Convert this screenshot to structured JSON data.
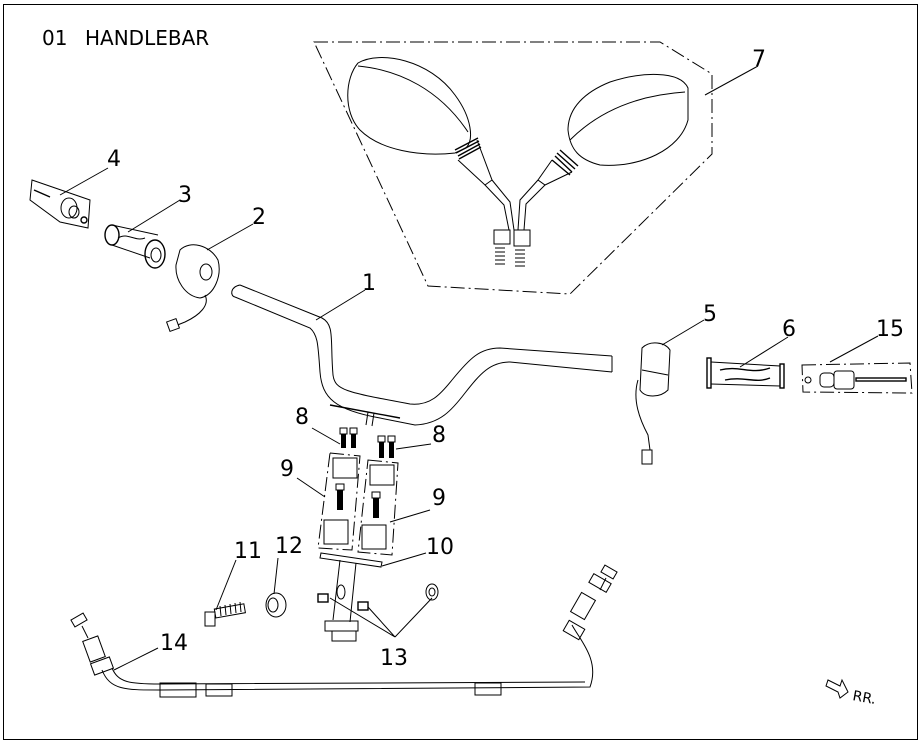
{
  "diagram": {
    "section_number": "01",
    "title": "HANDLEBAR",
    "direction_indicator": "RR.",
    "callouts": [
      {
        "number": "1",
        "part": "handlebar"
      },
      {
        "number": "2",
        "part": "left-switch-housing"
      },
      {
        "number": "3",
        "part": "left-grip"
      },
      {
        "number": "4",
        "part": "left-bar-end-weight"
      },
      {
        "number": "5",
        "part": "right-switch-housing"
      },
      {
        "number": "6",
        "part": "right-throttle-grip"
      },
      {
        "number": "7",
        "part": "mirror-set"
      },
      {
        "number": "8",
        "part": "handlebar-clamp-bolt"
      },
      {
        "number": "8",
        "part": "handlebar-clamp-bolt"
      },
      {
        "number": "9",
        "part": "handlebar-holder-upper"
      },
      {
        "number": "9",
        "part": "handlebar-holder-lower"
      },
      {
        "number": "10",
        "part": "holder-plate"
      },
      {
        "number": "11",
        "part": "flange-bolt"
      },
      {
        "number": "12",
        "part": "bushing"
      },
      {
        "number": "13",
        "part": "nut"
      },
      {
        "number": "14",
        "part": "throttle-cable"
      },
      {
        "number": "15",
        "part": "right-bar-end-weight"
      }
    ]
  }
}
